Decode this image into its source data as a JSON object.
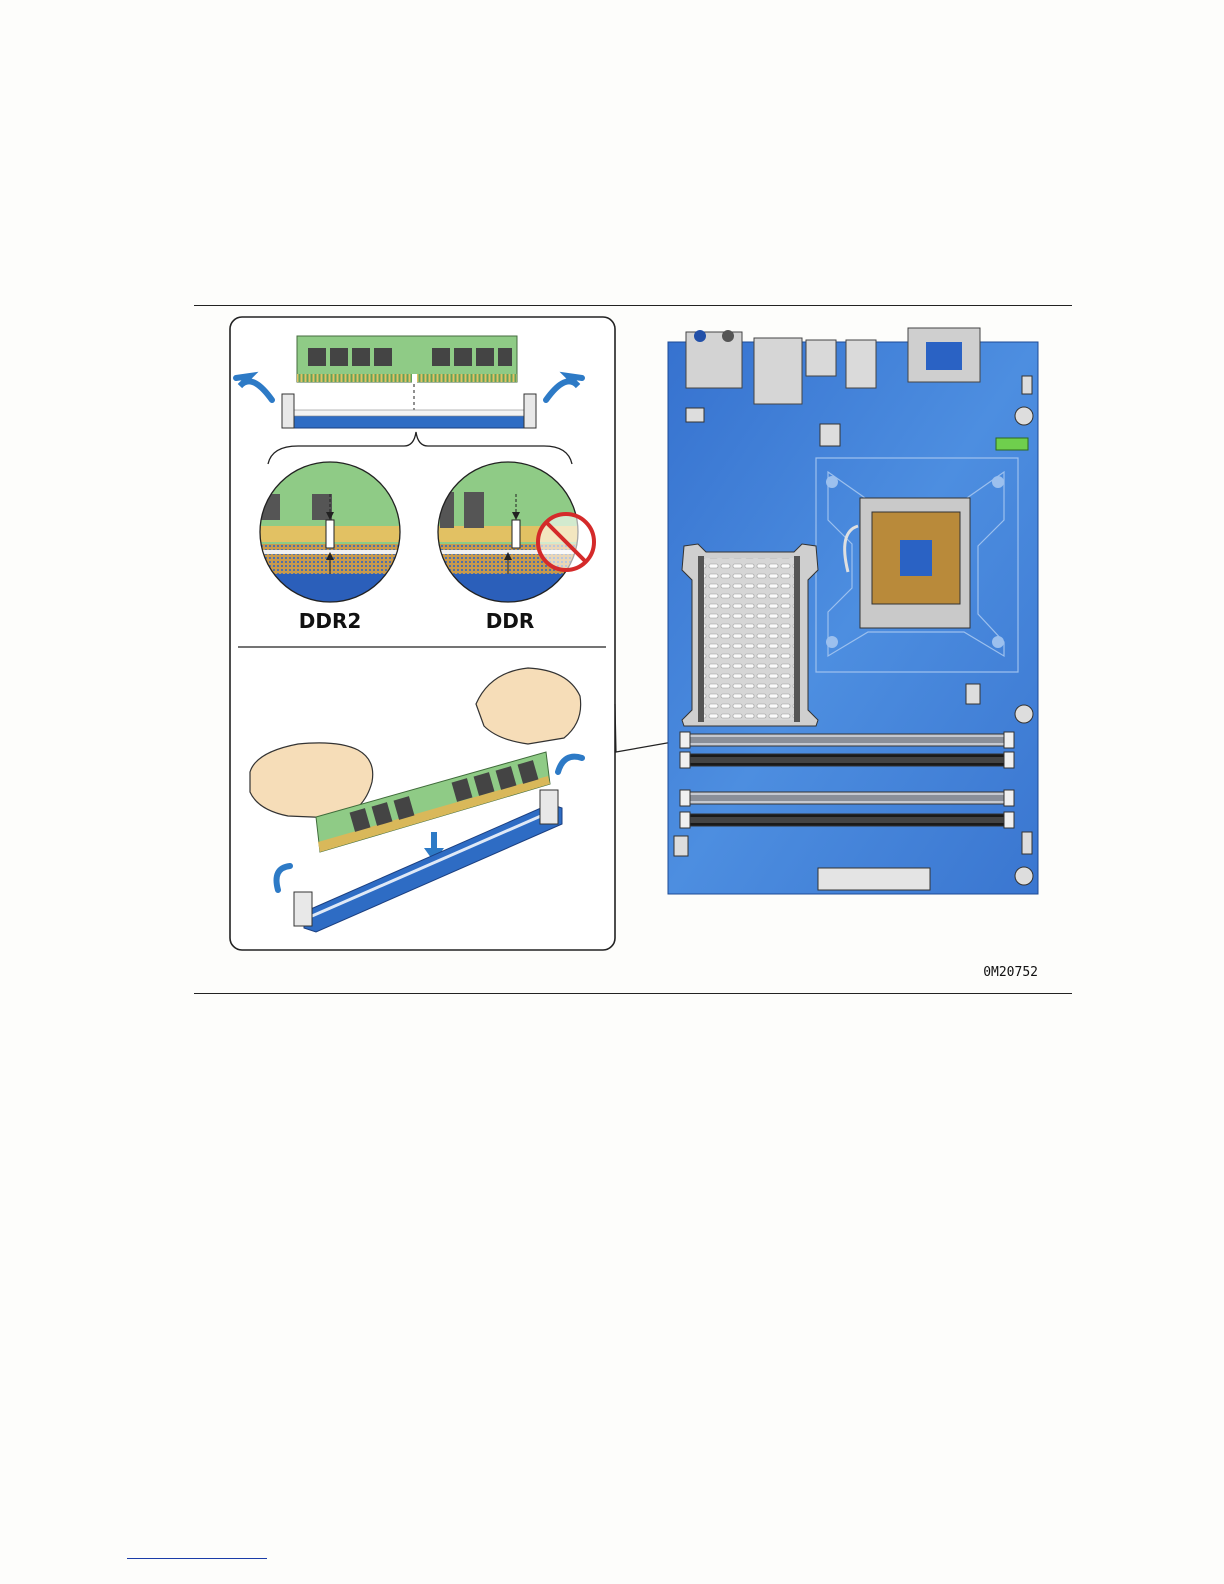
{
  "figure": {
    "labels": {
      "ddr2": "DDR2",
      "ddr": "DDR"
    },
    "figure_id": "0M20752",
    "icons": [
      "dimm-module-icon",
      "no-entry-icon",
      "hand-icon",
      "arrow-icon",
      "motherboard-icon"
    ],
    "colors": {
      "board_blue": "#3f7fd6",
      "slot_blue": "#2e6cc4",
      "pcb_green": "#8fcb86",
      "no_entry_red": "#d42a2a"
    }
  }
}
